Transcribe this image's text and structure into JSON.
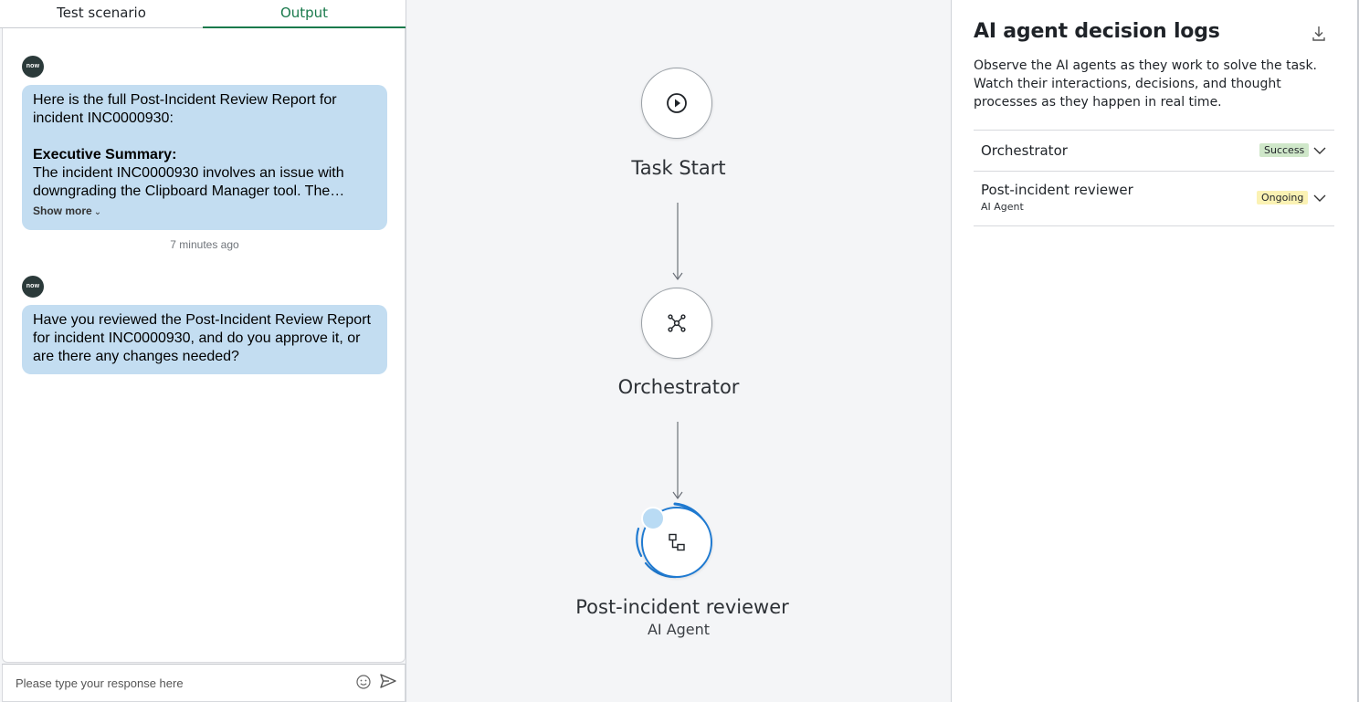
{
  "tabs": [
    {
      "label": "Test scenario",
      "active": false
    },
    {
      "label": "Output",
      "active": true
    }
  ],
  "chat": {
    "avatar_text": "now",
    "messages": [
      {
        "intro": "Here is the full Post-Incident Review Report for incident INC0000930:",
        "heading": "Executive Summary:",
        "body": "The incident INC0000930 involves an issue with downgrading the Clipboard Manager tool. The…",
        "show_more": "Show more"
      },
      {
        "body": "Have you reviewed the Post-Incident Review Report for incident INC0000930, and do you approve it, or are there any changes needed?"
      }
    ],
    "timestamp": "7 minutes ago"
  },
  "composer": {
    "placeholder": "Please type your response here",
    "value": ""
  },
  "flow": {
    "nodes": [
      {
        "label": "Task Start",
        "icon": "play-icon"
      },
      {
        "label": "Orchestrator",
        "icon": "network-icon"
      },
      {
        "label": "Post-incident reviewer",
        "sublabel": "AI Agent",
        "icon": "hierarchy-icon",
        "status": "running"
      }
    ]
  },
  "decision_logs": {
    "title": "AI agent decision logs",
    "description": "Observe the AI agents as they work to solve the task. Watch their interactions, decisions, and thought processes as they happen in real time.",
    "entries": [
      {
        "name": "Orchestrator",
        "status": "Success"
      },
      {
        "name": "Post-incident reviewer",
        "subtitle": "AI Agent",
        "status": "Ongoing"
      }
    ]
  },
  "colors": {
    "accent_green": "#1a7a4c",
    "bubble_blue": "#c3ddf1",
    "progress_blue": "#1f7ad1",
    "success_bg": "#cfe7c9",
    "ongoing_bg": "#fbf2b4"
  }
}
